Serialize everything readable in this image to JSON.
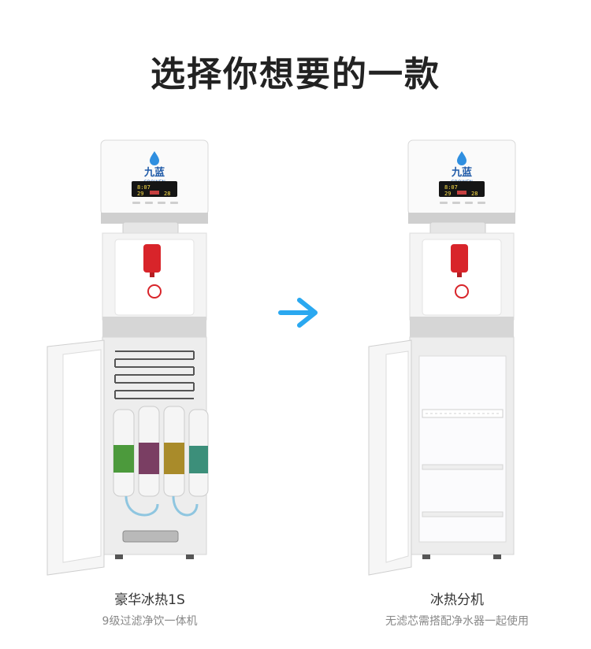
{
  "page": {
    "heading": "选择你想要的一款"
  },
  "products": [
    {
      "name": "豪华冰热1S",
      "description": "9级过滤净饮一体机",
      "brand": "九蓝",
      "brand_sub": "GROWEN",
      "display_top": "8:07",
      "display_left": "29",
      "display_right": "28"
    },
    {
      "name": "冰热分机",
      "description": "无滤芯需搭配净水器一起使用",
      "brand": "九蓝",
      "brand_sub": "GROWEN",
      "display_top": "8:07",
      "display_left": "29",
      "display_right": "28"
    }
  ],
  "colors": {
    "arrow": "#2aa8f0",
    "body": "#f2f2f2",
    "hot_tap": "#d8242a",
    "brand": "#1f5aa8"
  },
  "icons": {
    "arrow": "arrow-right-icon"
  }
}
